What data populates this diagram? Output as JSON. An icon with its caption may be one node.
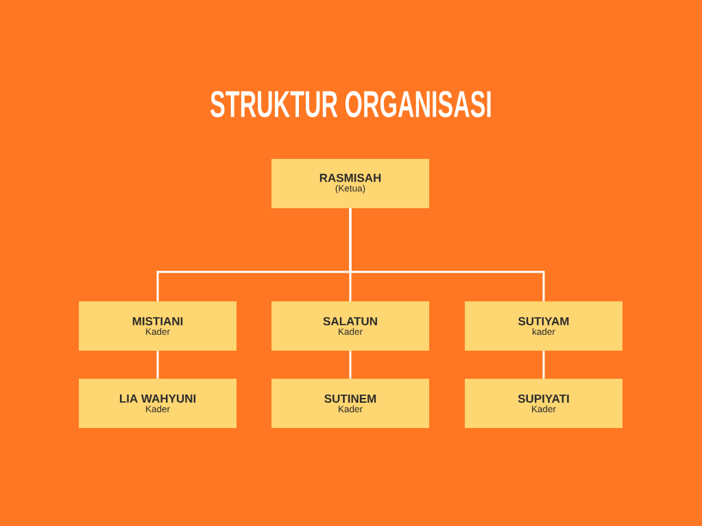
{
  "diagram": {
    "title": "STRUKTUR ORGANISASI",
    "nodes": [
      {
        "text": [
          "RASMISAH",
          "(Ketua)"
        ]
      },
      {
        "text": [
          "MISTIANI",
          "Kader"
        ]
      },
      {
        "text": [
          "SALATUN",
          "Kader"
        ]
      },
      {
        "text": [
          "SUTIYAM",
          "kader"
        ]
      },
      {
        "text": [
          "LIA WAHYUNI",
          "Kader"
        ]
      },
      {
        "text": [
          "SUTINEM",
          "Kader"
        ]
      },
      {
        "text": [
          "SUPIYATI",
          "Kader"
        ]
      }
    ],
    "edges": [
      {
        "from": 0,
        "to": 1,
        "arrow": "none"
      },
      {
        "from": 0,
        "to": 2,
        "arrow": "none"
      },
      {
        "from": 0,
        "to": 3,
        "arrow": "none"
      },
      {
        "from": 1,
        "to": 4,
        "arrow": "none"
      },
      {
        "from": 2,
        "to": 5,
        "arrow": "none"
      },
      {
        "from": 3,
        "to": 6,
        "arrow": "none"
      }
    ]
  }
}
